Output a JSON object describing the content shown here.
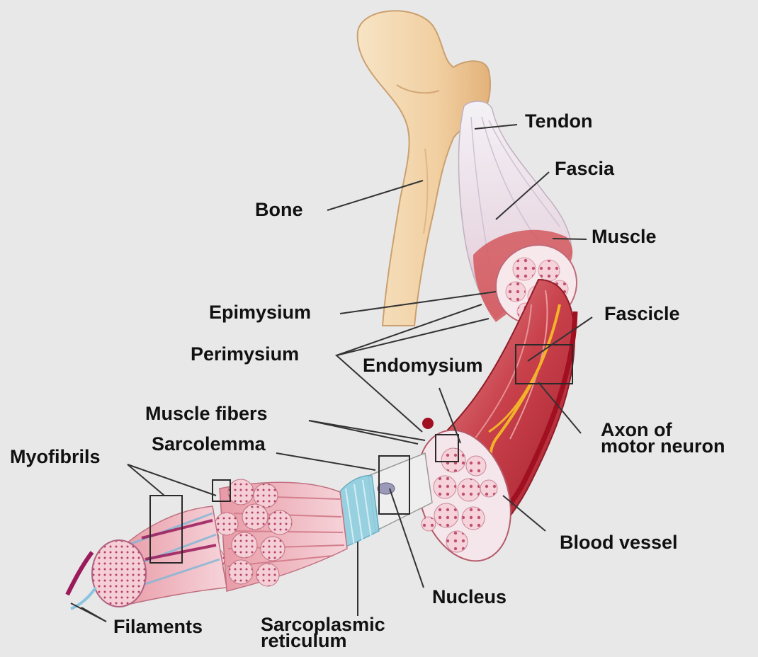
{
  "labels": {
    "tendon": "Tendon",
    "fascia": "Fascia",
    "bone": "Bone",
    "muscle": "Muscle",
    "epimysium": "Epimysium",
    "fascicle": "Fascicle",
    "perimysium": "Perimysium",
    "endomysium": "Endomysium",
    "muscle_fibers": "Muscle fibers",
    "sarcolemma": "Sarcolemma",
    "myofibrils": "Myofibrils",
    "axon_line1": "Axon of",
    "axon_line2": "motor neuron",
    "blood_vessel": "Blood vessel",
    "nucleus": "Nucleus",
    "filaments": "Filaments",
    "sr_line1": "Sarcoplasmic",
    "sr_line2": "reticulum"
  },
  "colors": {
    "background": "#e9e8e8",
    "bone": "#f3d6ad",
    "muscle": "#c8404a",
    "tissue_pink": "#f1c2c9",
    "fiber_dot": "#b03050",
    "nerve": "#f2b32a",
    "sarcoplasmic_reticulum": "#8fcfe0",
    "leader_line": "#333333"
  }
}
